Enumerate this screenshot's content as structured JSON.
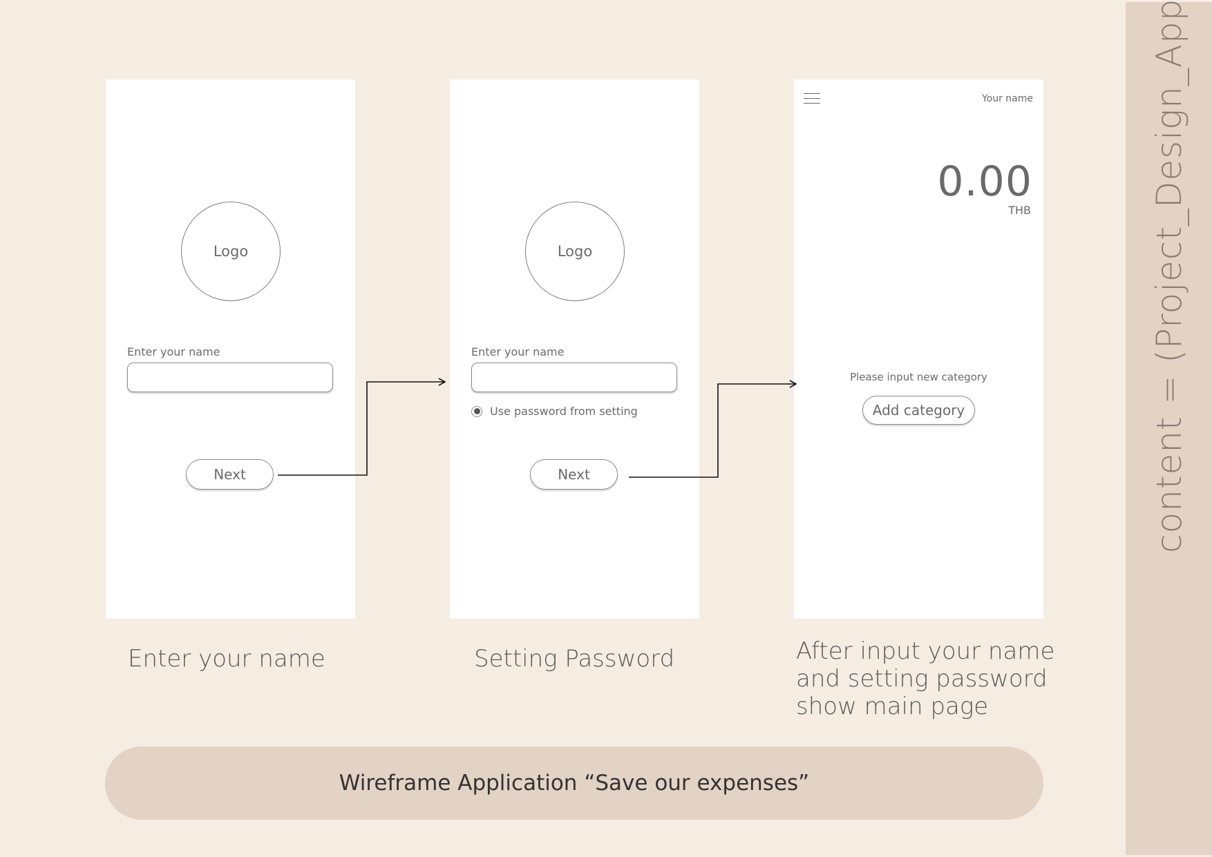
{
  "sidebar": {
    "code_text": "content = (Project_Design_App);"
  },
  "screens": [
    {
      "logo_label": "Logo",
      "field_label": "Enter your name",
      "next_label": "Next",
      "caption": "Enter your name"
    },
    {
      "logo_label": "Logo",
      "field_label": "Enter your name",
      "radio_label": "Use password from setting",
      "next_label": "Next",
      "caption": "Setting Password"
    },
    {
      "user_name": "Your name",
      "balance": "0.00",
      "currency": "THB",
      "prompt": "Please input new category",
      "add_label": "Add category",
      "caption_lines": [
        "After input your name",
        "and setting password",
        "show main page"
      ]
    }
  ],
  "banner": {
    "title": "Wireframe Application “Save our expenses”"
  },
  "colors": {
    "background": "#f5ede2",
    "accent": "#e3d3c4",
    "screen": "#ffffff",
    "text": "#5a5a5a"
  }
}
